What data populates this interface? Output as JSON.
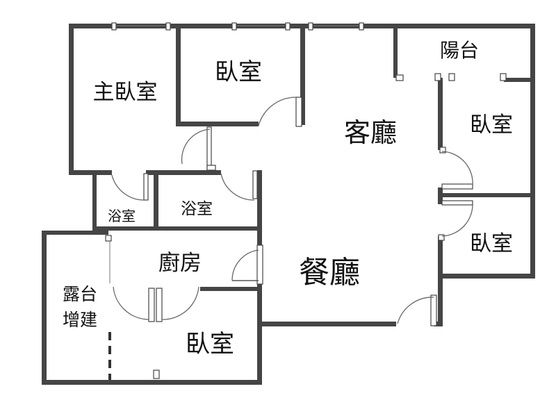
{
  "rooms": {
    "master_bedroom": "主臥室",
    "bedroom_top": "臥室",
    "balcony": "陽台",
    "living_room": "客廳",
    "bedroom_right_upper": "臥室",
    "bathroom_left": "浴室",
    "bathroom_middle": "浴室",
    "bedroom_right_lower": "臥室",
    "kitchen": "廚房",
    "dining_room": "餐廳",
    "terrace_line1": "露台",
    "terrace_line2": "增建",
    "bedroom_bottom": "臥室"
  },
  "colors": {
    "wall": "#454545",
    "background": "#ffffff",
    "text": "#111111"
  }
}
